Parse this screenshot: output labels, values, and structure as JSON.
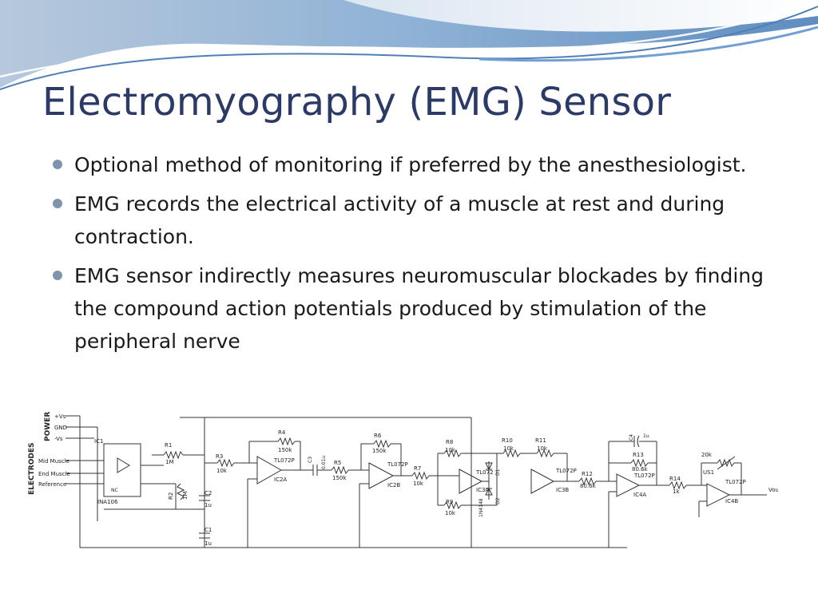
{
  "slide": {
    "title": "Electromyography (EMG) Sensor",
    "accent_color": "#2b3a66",
    "bullet_color": "#7f95ae",
    "bullets": [
      "Optional method of monitoring if preferred by the anesthesiologist.",
      "EMG records the electrical activity of a muscle at rest and during contraction.",
      "EMG sensor indirectly measures neuromuscular blockades by finding the compound action potentials produced by stimulation of the peripheral nerve"
    ]
  },
  "schematic": {
    "power_label": "POWER",
    "electrodes_label": "ELECTRODES",
    "power_pins": [
      "+Vs",
      "GND",
      "-Vs"
    ],
    "electrode_pins": [
      "Mid Muscle",
      "End Muscle",
      "Reference"
    ],
    "ic1": {
      "ref": "IC1",
      "part": "INA106",
      "nc": "NC"
    },
    "components": {
      "R1": "R1",
      "R1_value": "1M",
      "R2": "R2",
      "R2_value": "1M",
      "C2": "C2",
      "C2_value": "1u",
      "C1": "C1",
      "C1_value": "1u",
      "R3": "R3",
      "R3_value": "10k",
      "R4": "R4",
      "R4_value": "150k",
      "C3": "C3",
      "C3_value": "0.01u",
      "R5": "R5",
      "R5_value": "150k",
      "R6": "R6",
      "R6_value": "150k",
      "R7": "R7",
      "R7_value": "10k",
      "R8": "R8",
      "R8_value": "10k",
      "R9": "R9",
      "R9_value": "10k",
      "R10": "R10",
      "R10_value": "10k",
      "R11": "R11",
      "R11_value": "10k",
      "D1": "D1",
      "D2": "D2",
      "diode_part": "1N4148",
      "R12": "R12",
      "R12_value": "80.6k",
      "C4": "C4",
      "C4_value": "1u",
      "R13": "R13",
      "R13_value": "80.6k",
      "R14": "R14",
      "R14_value": "1k",
      "VR": "20k",
      "US1": "US1"
    },
    "opamps": {
      "ic2a": {
        "ref": "IC2A",
        "part": "TL072P"
      },
      "ic2b": {
        "ref": "IC2B",
        "part": "TL072P"
      },
      "ic3a": {
        "ref": "IC3A",
        "part": "TL072"
      },
      "ic3b": {
        "ref": "IC3B",
        "part": "TL072P"
      },
      "ic4a": {
        "ref": "IC4A",
        "part": "TL072P"
      },
      "ic4b": {
        "ref": "IC4B",
        "part": "TL072P"
      }
    },
    "output_label": "Vout"
  }
}
